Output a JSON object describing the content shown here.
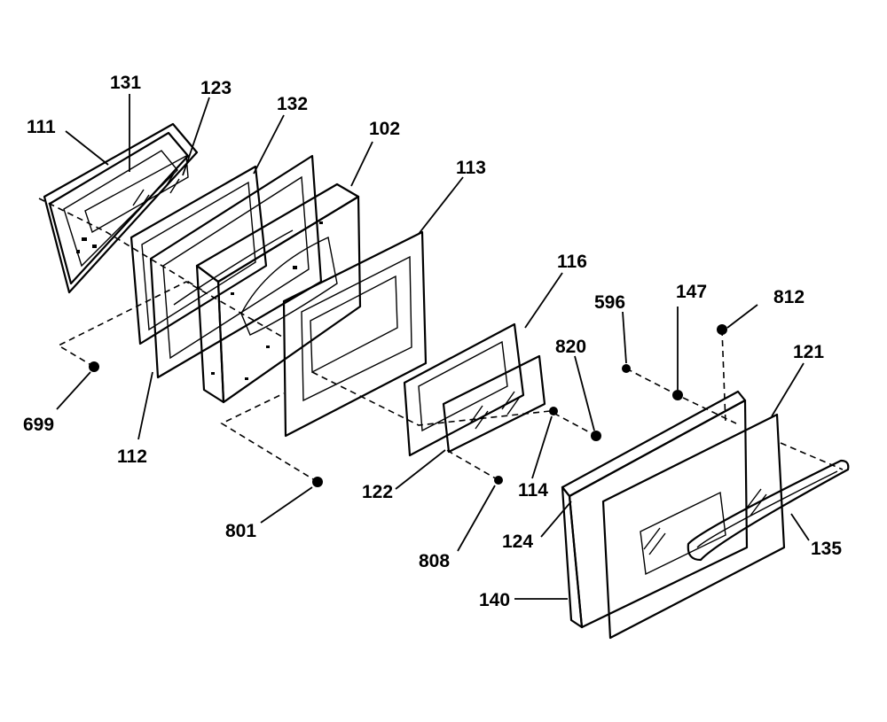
{
  "diagram": {
    "callouts": [
      {
        "id": "c111",
        "label": "111"
      },
      {
        "id": "c131",
        "label": "131"
      },
      {
        "id": "c123",
        "label": "123"
      },
      {
        "id": "c132",
        "label": "132"
      },
      {
        "id": "c102",
        "label": "102"
      },
      {
        "id": "c113",
        "label": "113"
      },
      {
        "id": "c116",
        "label": "116"
      },
      {
        "id": "c596",
        "label": "596"
      },
      {
        "id": "c147",
        "label": "147"
      },
      {
        "id": "c812",
        "label": "812"
      },
      {
        "id": "c121",
        "label": "121"
      },
      {
        "id": "c820",
        "label": "820"
      },
      {
        "id": "c699",
        "label": "699"
      },
      {
        "id": "c112",
        "label": "112"
      },
      {
        "id": "c801",
        "label": "801"
      },
      {
        "id": "c122",
        "label": "122"
      },
      {
        "id": "c114",
        "label": "114"
      },
      {
        "id": "c808",
        "label": "808"
      },
      {
        "id": "c124",
        "label": "124"
      },
      {
        "id": "c135",
        "label": "135"
      },
      {
        "id": "c140",
        "label": "140"
      }
    ]
  }
}
